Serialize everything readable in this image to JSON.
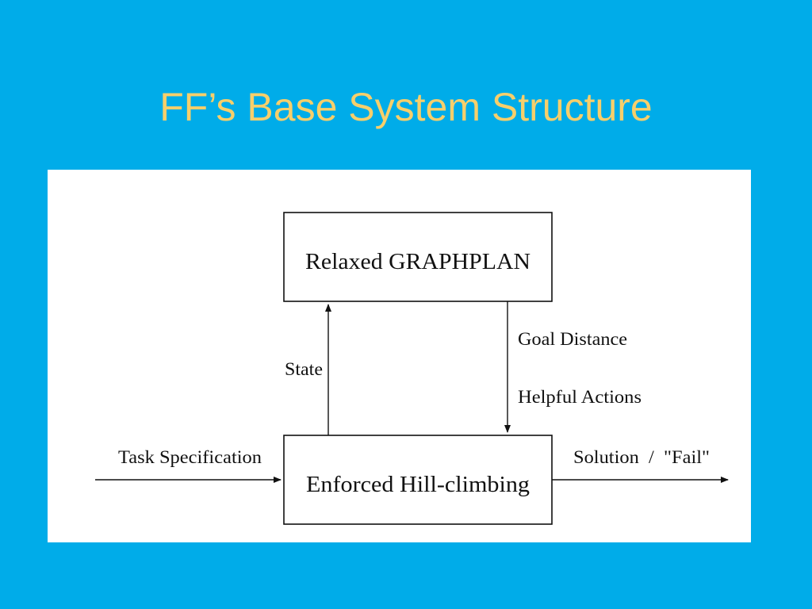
{
  "title": "FF’s Base System Structure",
  "colors": {
    "background": "#00ACE9",
    "title": "#F7CF6B",
    "panel": "#FFFFFF",
    "ink": "#111111"
  },
  "diagram": {
    "nodes": {
      "relaxed_graphplan": "Relaxed GRAPHPLAN",
      "enforced_hill_climbing": "Enforced Hill-climbing"
    },
    "edges": {
      "state": "State",
      "goal_distance": "Goal Distance",
      "helpful_actions": "Helpful Actions",
      "task_specification": "Task Specification",
      "solution_fail": "Solution  /  \"Fail\""
    }
  }
}
